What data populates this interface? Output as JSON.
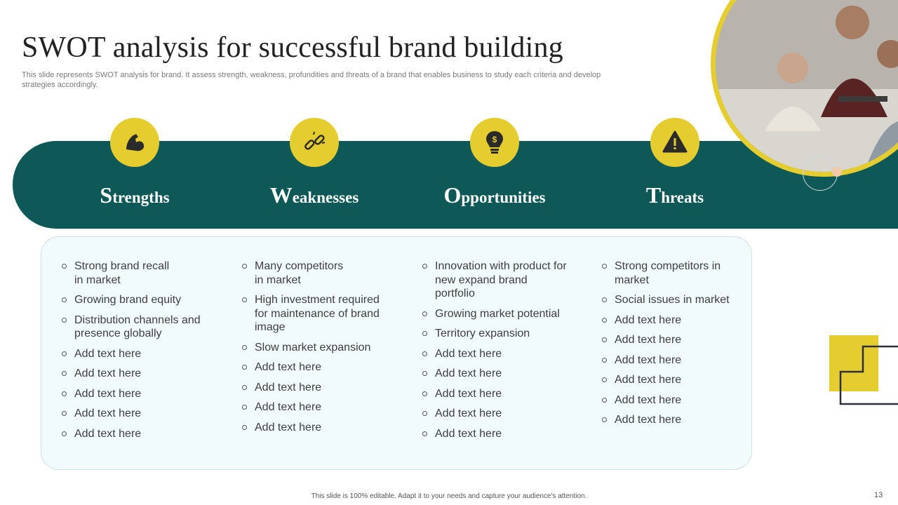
{
  "slide": {
    "title": "SWOT analysis for successful brand building",
    "subtitle": "This slide represents SWOT analysis for brand. It assess strength, weakness, profundities and threats of a brand that enables business to study each criteria and develop strategies accordingly.",
    "footer": "This slide is 100% editable. Adapt it to your needs and capture your audience's attention.",
    "page_number": "13"
  },
  "colors": {
    "accent_yellow": "#e6cd2f",
    "band_teal": "#0e5957",
    "panel_bg": "#f1fbfc"
  },
  "swot": [
    {
      "initial": "S",
      "rest": "trengths",
      "icon": "flexed-arm-icon",
      "items": [
        "Strong brand recall in market",
        "Growing brand equity",
        "Distribution channels and presence globally",
        "Add text here",
        "Add text here",
        "Add text here",
        "Add text here",
        "Add text here"
      ]
    },
    {
      "initial": "W",
      "rest": "eaknesses",
      "icon": "broken-link-icon",
      "items": [
        "Many competitors in market",
        "High investment required for maintenance of brand image",
        "Slow market expansion",
        "Add text here",
        "Add text here",
        "Add text here",
        "Add text here"
      ]
    },
    {
      "initial": "O",
      "rest": "pportunities",
      "icon": "lightbulb-dollar-icon",
      "items": [
        "Innovation with product for new expand brand portfolio",
        "Growing market potential",
        "Territory expansion",
        "Add text here",
        "Add text here",
        "Add text here",
        "Add text here",
        "Add text here"
      ]
    },
    {
      "initial": "T",
      "rest": "hreats",
      "icon": "warning-triangle-icon",
      "items": [
        "Strong competitors in market",
        "Social issues in market",
        "Add text here",
        "Add text here",
        "Add text here",
        "Add text here",
        "Add text here",
        "Add text here"
      ]
    }
  ]
}
